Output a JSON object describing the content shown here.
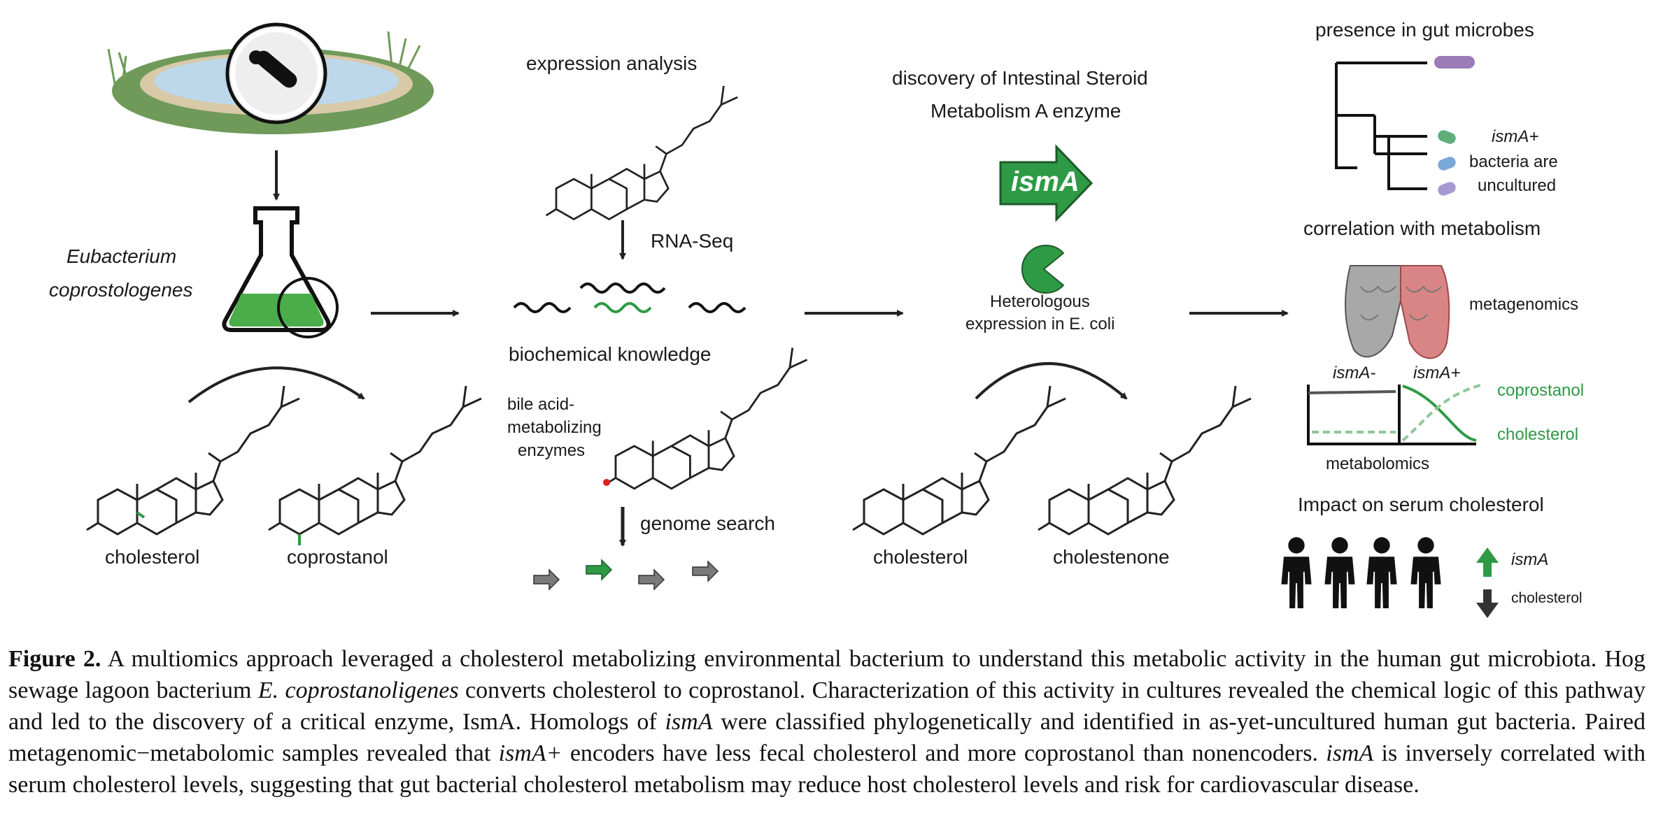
{
  "panel1": {
    "organism_line1": "Eubacterium",
    "organism_line2": "coprostologenes",
    "substrate": "cholesterol",
    "product": "coprostanol"
  },
  "panel2": {
    "title": "expression analysis",
    "rnaseq": "RNA-Seq",
    "knowledge": "biochemical knowledge",
    "bile_line1": "bile acid-",
    "bile_line2": "metabolizing",
    "bile_line3": "enzymes",
    "genome_search": "genome search"
  },
  "panel3": {
    "title_line1": "discovery of Intestinal Steroid",
    "title_line2": "Metabolism A enzyme",
    "gene": "ismA",
    "hetero_line1": "Heterologous",
    "hetero_line2": "expression in E. coli",
    "substrate": "cholesterol",
    "product": "cholestenone"
  },
  "panel4": {
    "presence_title": "presence in gut microbes",
    "ismA_plus": "ismA+",
    "bacteria_are": "bacteria are",
    "uncultured": "uncultured",
    "correlation_title": "correlation with metabolism",
    "metagenomics": "metagenomics",
    "ismA_minus_label": "ismA-",
    "ismA_plus_label": "ismA+",
    "coprostanol": "coprostanol",
    "cholesterol": "cholesterol",
    "metabolomics": "metabolomics",
    "impact_title": "Impact on serum cholesterol",
    "ismA_up": "ismA",
    "cholesterol_down": "cholesterol"
  },
  "colors": {
    "green": "#2e9a45",
    "dark_green": "#1f7a34",
    "gray_arrow": "#7a7a7a",
    "hydroxyl_red": "#e02020",
    "microbe_purple": "#9b7bb8",
    "microbe_green": "#5fae7a",
    "microbe_blue": "#7aa8d8",
    "microbe_lavender": "#a59ad0",
    "gut_red": "#d98585"
  },
  "caption": {
    "label": "Figure 2.",
    "seg1": " A multiomics approach leveraged a cholesterol metabolizing environmental bacterium to understand this metabolic activity in the human gut microbiota. Hog sewage lagoon bacterium ",
    "organism": "E. coprostanoligenes",
    "seg2": " converts cholesterol to coprostanol. Characterization of this activity in cultures revealed the chemical logic of this pathway and led to the discovery of a critical enzyme, IsmA. Homologs of ",
    "gene1": "ismA",
    "seg3": " were classified phylogenetically and identified in as-yet-uncultured human gut bacteria. Paired metagenomic−metabolomic samples revealed that ",
    "gene2": "ismA+",
    "seg4": " encoders have less fecal cholesterol and more coprostanol than nonencoders. ",
    "gene3": "ismA",
    "seg5": " is inversely correlated with serum cholesterol levels, suggesting that gut bacterial cholesterol metabolism may reduce host cholesterol levels and risk for cardiovascular disease."
  }
}
